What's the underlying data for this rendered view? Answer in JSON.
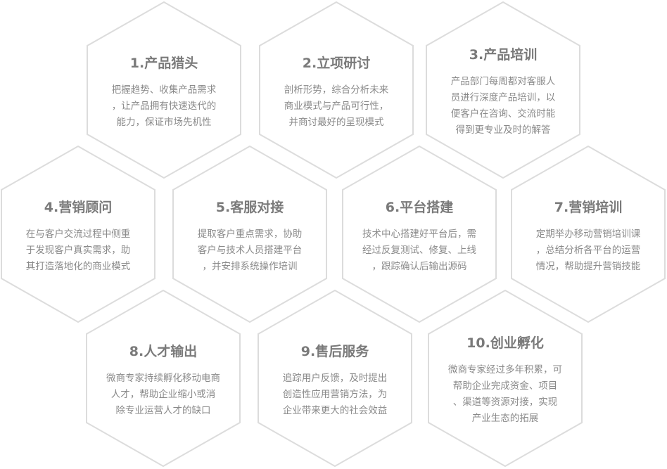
{
  "colors": {
    "outline": "#dcdcdc",
    "title": "#7a7a7a",
    "text": "#8a8a8a"
  },
  "hexes": [
    {
      "title": "1.产品猎头",
      "lines": [
        "把握趋势、收集产品需求",
        "，让产品拥有快速迭代的",
        "能力，保证市场先机性"
      ]
    },
    {
      "title": "2.立项研讨",
      "lines": [
        "剖析形势，综合分析未来",
        "商业模式与产品可行性，",
        "并商讨最好的呈现模式"
      ]
    },
    {
      "title": "3.产品培训",
      "lines": [
        "产品部门每周都对客服人",
        "员进行深度产品培训，以",
        "便客户在咨询、交流时能",
        "得到更专业及时的解答"
      ]
    },
    {
      "title": "4.营销顾问",
      "lines": [
        "在与客户交流过程中侧重",
        "于发现客户真实需求，助",
        "其打造落地化的商业模式"
      ]
    },
    {
      "title": "5.客服对接",
      "lines": [
        "提取客户重点需求，协助",
        "客户与技术人员搭建平台",
        "，并安排系统操作培训"
      ]
    },
    {
      "title": "6.平台搭建",
      "lines": [
        "技术中心搭建好平台后，需",
        "经过反复测试、修复、上线",
        "，跟踪确认后输出源码"
      ]
    },
    {
      "title": "7.营销培训",
      "lines": [
        "定期举办移动营销培训课",
        "，总结分析各平台的运营",
        "情况，帮助提升营销技能"
      ]
    },
    {
      "title": "8.人才输出",
      "lines": [
        "微商专家持续孵化移动电商",
        "人才，帮助企业缩小或消",
        "除专业运营人才的缺口"
      ]
    },
    {
      "title": "9.售后服务",
      "lines": [
        "追踪用户反馈，及时提出",
        "创造性应用营销方法，为",
        "企业带来更大的社会效益"
      ]
    },
    {
      "title": "10.创业孵化",
      "lines": [
        "微商专家经过多年积累，可",
        "帮助企业完成资金、项目",
        "、渠道等资源对接，实现",
        "产业生态的拓展"
      ]
    }
  ]
}
